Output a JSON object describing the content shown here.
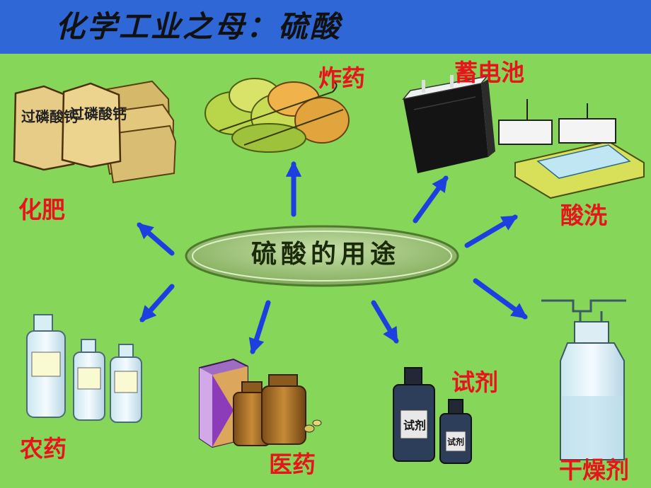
{
  "title": "化学工业之母：硫酸",
  "center_label": "硫酸的用途",
  "uses": {
    "explosives": "炸药",
    "battery": "蓄电池",
    "fertilizer": "化肥",
    "pickling": "酸洗",
    "pesticide": "农药",
    "medicine": "医药",
    "reagent": "试剂",
    "desiccant": "干燥剂"
  },
  "sack_text": "过磷酸钙",
  "bottle_label": "试剂",
  "colors": {
    "background": "#86d65a",
    "header": "#2f67d6",
    "label_text": "#e8141c",
    "arrow": "#1d3fe0",
    "center_oval": "#8fb76a"
  }
}
